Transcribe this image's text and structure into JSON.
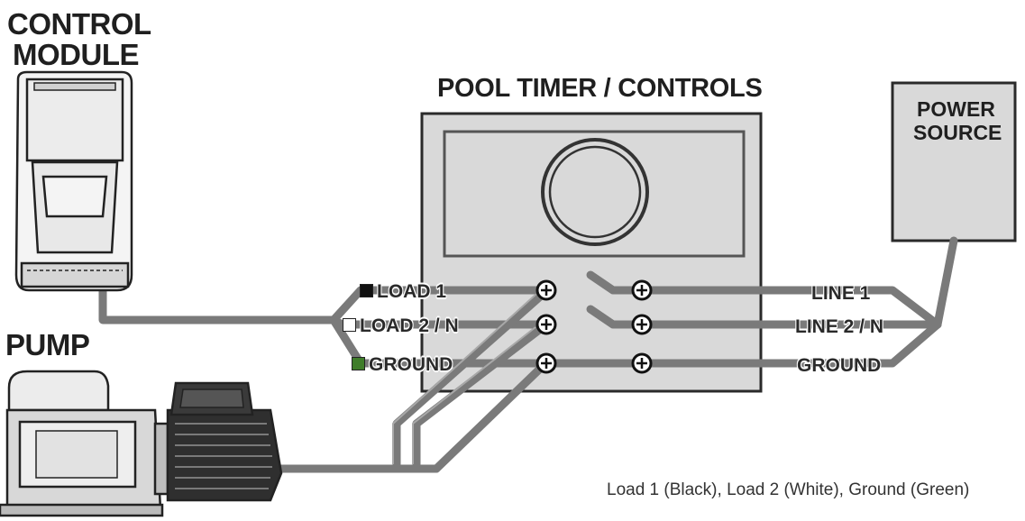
{
  "labels": {
    "control_module_line1": "CONTROL",
    "control_module_line2": "MODULE",
    "pump": "PUMP",
    "pool_timer": "POOL TIMER / CONTROLS",
    "power_source_line1": "POWER",
    "power_source_line2": "SOURCE"
  },
  "wires_left": {
    "load1": "LOAD 1",
    "load2": "LOAD 2 / N",
    "ground": "GROUND"
  },
  "wires_right": {
    "line1": "LINE 1",
    "line2": "LINE 2 / N",
    "ground": "GROUND"
  },
  "swatch_colors": {
    "load1": "#111111",
    "load2": "#ffffff",
    "ground": "#3f7d2a"
  },
  "colors": {
    "wire": "#7a7a7a",
    "panel_fill": "#d9d9d9",
    "outline": "#2a2a2a"
  },
  "caption": "Load 1 (Black), Load 2 (White), Ground (Green)"
}
